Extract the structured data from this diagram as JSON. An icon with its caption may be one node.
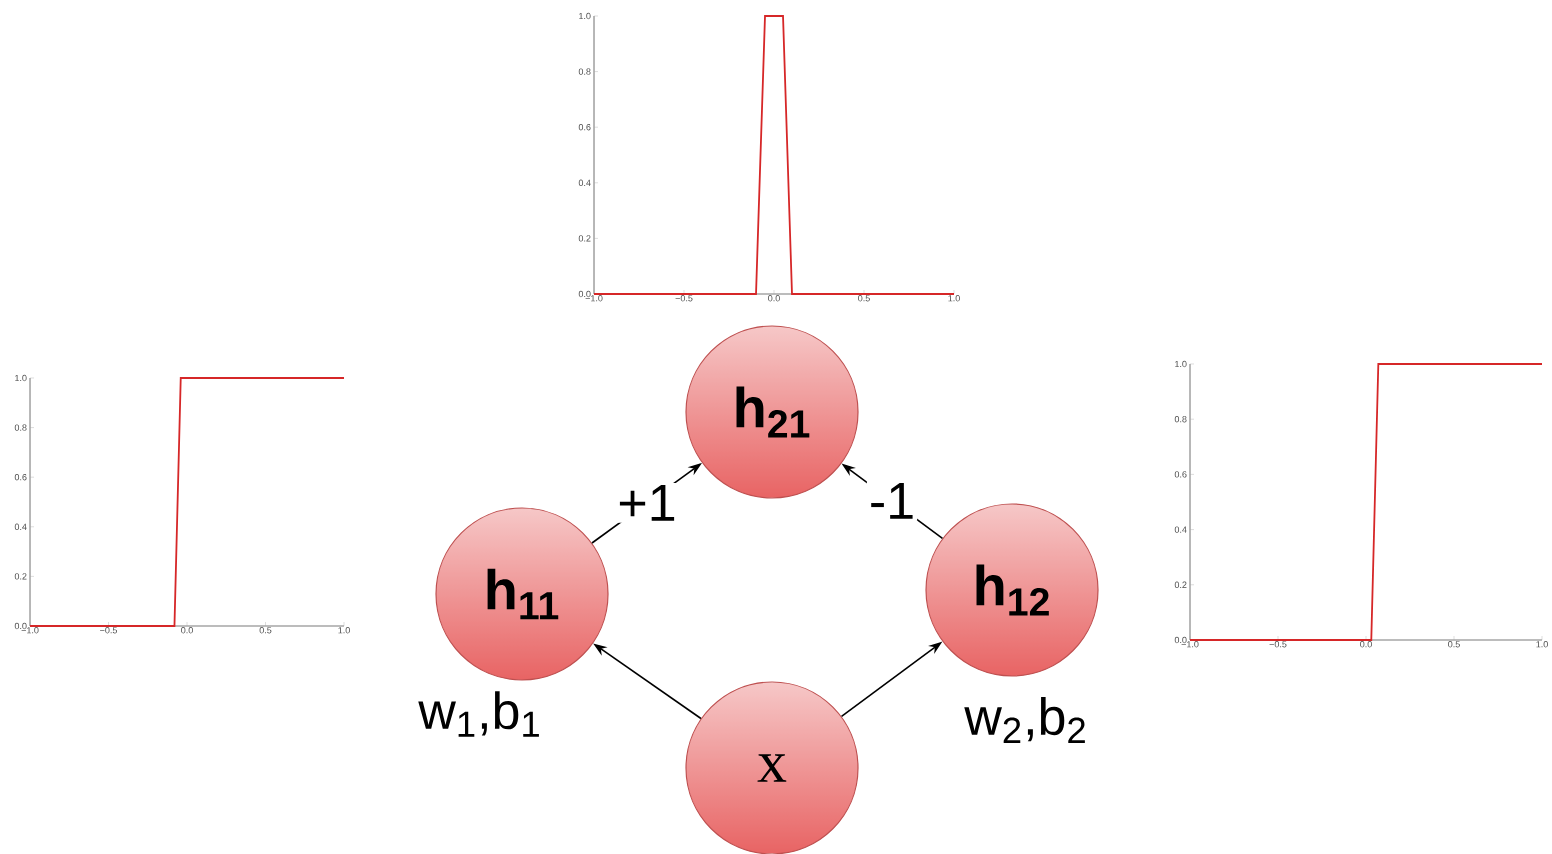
{
  "diagram": {
    "nodes": [
      {
        "text": [
          "h$_{21}$"
        ]
      },
      {
        "text": [
          "h$_{11}$"
        ],
        "beside": [
          "w$_{1}$,b$_{1}$"
        ]
      },
      {
        "text": [
          "h$_{12}$"
        ],
        "beside": [
          "w$_{2}$,b$_{2}$"
        ]
      },
      {
        "text": [
          "x"
        ]
      }
    ],
    "edges": [
      {
        "from": 1,
        "to": 0,
        "arrow": "to",
        "label": "+1"
      },
      {
        "from": 2,
        "to": 0,
        "arrow": "to",
        "label": "-1"
      },
      {
        "from": 3,
        "to": 1,
        "arrow": "to"
      },
      {
        "from": 3,
        "to": 2,
        "arrow": "to"
      }
    ],
    "chart_data": [
      {
        "type": "line",
        "x": [
          -1,
          -0.1,
          -0.05,
          0.05,
          0.1,
          1
        ],
        "series": [
          {
            "color": "#d62728",
            "values": [
              0,
              0,
              1,
              1,
              0,
              0
            ]
          }
        ],
        "xlim": [
          -1,
          1
        ],
        "ylim": [
          0,
          1
        ],
        "xticks": [
          {
            "value": -1,
            "label": "−1.0"
          },
          {
            "value": -0.5,
            "label": "−0.5"
          },
          {
            "value": 0,
            "label": "0.0"
          },
          {
            "value": 0.5,
            "label": "0.5"
          },
          {
            "value": 1,
            "label": "1.0"
          }
        ],
        "yticks": [
          {
            "value": 0,
            "label": "0.0"
          },
          {
            "value": 0.2,
            "label": "0.2"
          },
          {
            "value": 0.4,
            "label": "0.4"
          },
          {
            "value": 0.6,
            "label": "0.6"
          },
          {
            "value": 0.8,
            "label": "0.8"
          },
          {
            "value": 1,
            "label": "1.0"
          }
        ]
      },
      {
        "type": "line",
        "x": [
          -1,
          -0.08,
          -0.04,
          1
        ],
        "series": [
          {
            "color": "#d62728",
            "values": [
              0,
              0,
              1,
              1
            ]
          }
        ],
        "xlim": [
          -1,
          1
        ],
        "ylim": [
          0,
          1
        ],
        "xticks": [
          {
            "value": -1,
            "label": "−1.0"
          },
          {
            "value": -0.5,
            "label": "−0.5"
          },
          {
            "value": 0,
            "label": "0.0"
          },
          {
            "value": 0.5,
            "label": "0.5"
          },
          {
            "value": 1,
            "label": "1.0"
          }
        ],
        "yticks": [
          {
            "value": 0,
            "label": "0.0"
          },
          {
            "value": 0.2,
            "label": "0.2"
          },
          {
            "value": 0.4,
            "label": "0.4"
          },
          {
            "value": 0.6,
            "label": "0.6"
          },
          {
            "value": 0.8,
            "label": "0.8"
          },
          {
            "value": 1,
            "label": "1.0"
          }
        ]
      },
      {
        "type": "line",
        "x": [
          -1,
          0.03,
          0.07,
          1
        ],
        "series": [
          {
            "color": "#d62728",
            "values": [
              0,
              0,
              1,
              1
            ]
          }
        ],
        "xlim": [
          -1,
          1
        ],
        "ylim": [
          0,
          1
        ],
        "xticks": [
          {
            "value": -1,
            "label": "−1.0"
          },
          {
            "value": -0.5,
            "label": "−0.5"
          },
          {
            "value": 0,
            "label": "0.0"
          },
          {
            "value": 0.5,
            "label": "0.5"
          },
          {
            "value": 1,
            "label": "1.0"
          }
        ],
        "yticks": [
          {
            "value": 0,
            "label": "0.0"
          },
          {
            "value": 0.2,
            "label": "0.2"
          },
          {
            "value": 0.4,
            "label": "0.4"
          },
          {
            "value": 0.6,
            "label": "0.6"
          },
          {
            "value": 0.8,
            "label": "0.8"
          },
          {
            "value": 1,
            "label": "1.0"
          }
        ]
      }
    ]
  }
}
